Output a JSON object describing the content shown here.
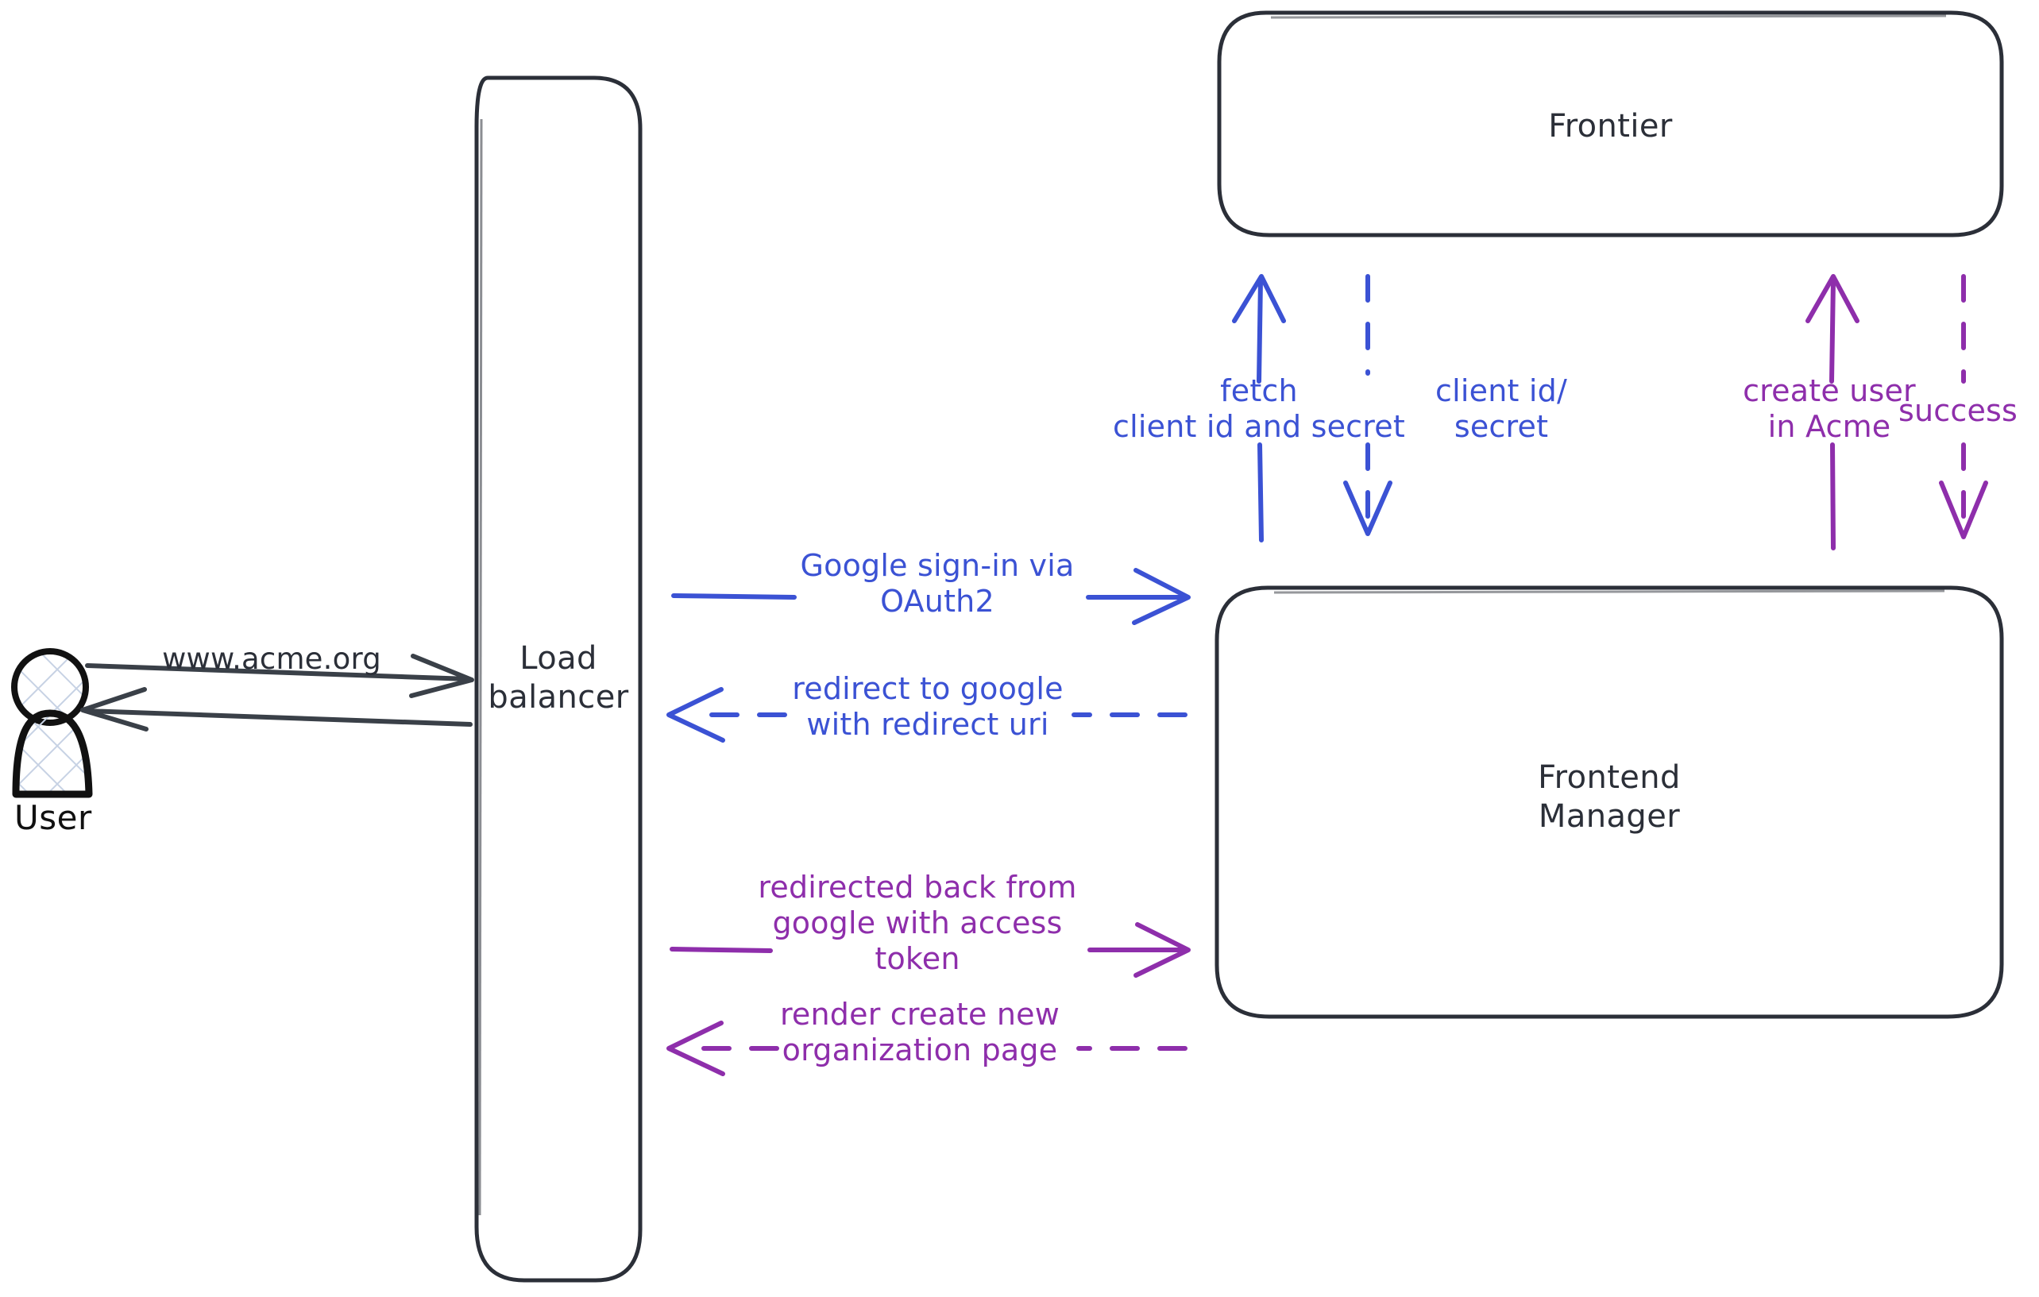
{
  "diagram": {
    "title": "OAuth2 Google sign-in sequence",
    "background": "#ffffff",
    "colors": {
      "stroke_dark": "#2b2f38",
      "blue": "#3b52d4",
      "purple": "#8e2eab",
      "actor_hatch": "#c7d2e4"
    }
  },
  "actors": [
    {
      "id": "user",
      "label": "User",
      "shape": "person"
    }
  ],
  "nodes": [
    {
      "id": "load-balancer",
      "label": "Load\nbalancer",
      "shape": "rounded-rect"
    },
    {
      "id": "frontier",
      "label": "Frontier",
      "shape": "rounded-rect"
    },
    {
      "id": "frontend-manager",
      "label": "Frontend\nManager",
      "shape": "rounded-rect"
    }
  ],
  "edges": [
    {
      "id": "user-to-lb",
      "label": "www.acme.org",
      "color": "#2b2f38",
      "style": "solid",
      "direction": "right",
      "from": "user",
      "to": "load-balancer"
    },
    {
      "id": "lb-to-user",
      "label": "",
      "color": "#2b2f38",
      "style": "solid",
      "direction": "left",
      "from": "load-balancer",
      "to": "user"
    },
    {
      "id": "lb-to-fm-signin",
      "label": "Google sign-in via\nOAuth2",
      "color": "#3b52d4",
      "style": "solid",
      "direction": "right",
      "from": "load-balancer",
      "to": "frontend-manager"
    },
    {
      "id": "fm-to-lb-redirect",
      "label": "redirect to google\nwith redirect uri",
      "color": "#3b52d4",
      "style": "dashed",
      "direction": "left",
      "from": "frontend-manager",
      "to": "load-balancer"
    },
    {
      "id": "lb-to-fm-token",
      "label": "redirected back from\ngoogle with access\ntoken",
      "color": "#8e2eab",
      "style": "solid",
      "direction": "right",
      "from": "load-balancer",
      "to": "frontend-manager"
    },
    {
      "id": "fm-to-lb-render",
      "label": "render create new\norganization page",
      "color": "#8e2eab",
      "style": "dashed",
      "direction": "left",
      "from": "frontend-manager",
      "to": "load-balancer"
    },
    {
      "id": "fm-to-frontier-fetch",
      "label": "fetch\nclient id and secret",
      "color": "#3b52d4",
      "style": "solid",
      "direction": "up",
      "from": "frontend-manager",
      "to": "frontier"
    },
    {
      "id": "frontier-to-fm-creds",
      "label": "client id/\nsecret",
      "color": "#3b52d4",
      "style": "dashed",
      "direction": "down",
      "from": "frontier",
      "to": "frontend-manager"
    },
    {
      "id": "fm-to-frontier-create",
      "label": "create user\nin Acme",
      "color": "#8e2eab",
      "style": "solid",
      "direction": "up",
      "from": "frontend-manager",
      "to": "frontier"
    },
    {
      "id": "frontier-to-fm-success",
      "label": "success",
      "color": "#8e2eab",
      "style": "dashed",
      "direction": "down",
      "from": "frontier",
      "to": "frontend-manager"
    }
  ]
}
